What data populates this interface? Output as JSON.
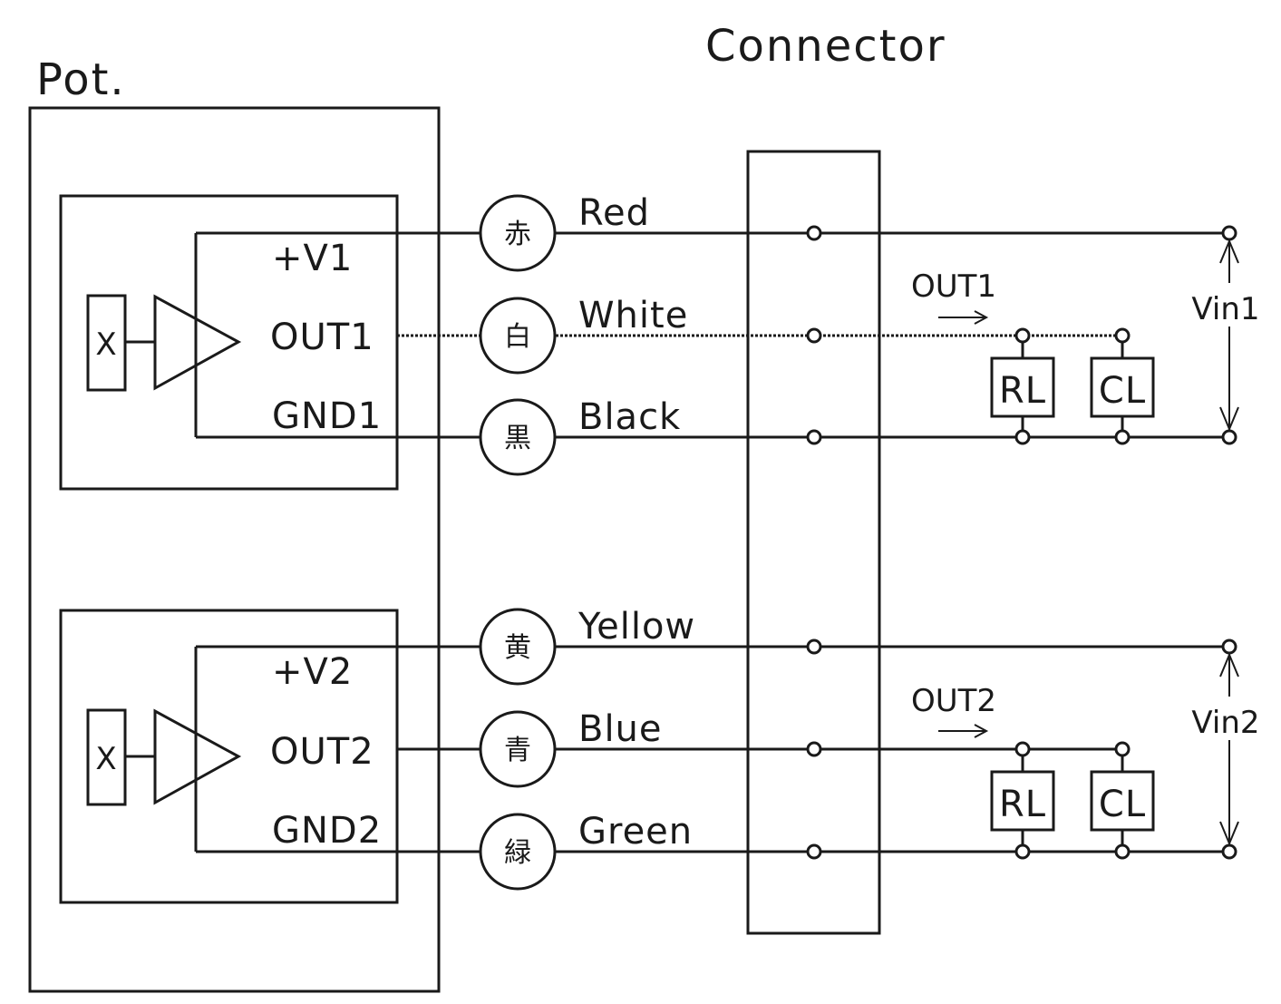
{
  "title_pot": "Pot.",
  "title_connector": "Connector",
  "channels": [
    {
      "supply_label": "+V1",
      "out_label": "OUT1",
      "gnd_label": "GND1",
      "arrow_label": "OUT1",
      "vin_label": "Vin1",
      "sensor_symbol": "X",
      "wires": [
        {
          "kanji": "赤",
          "color": "Red"
        },
        {
          "kanji": "白",
          "color": "White"
        },
        {
          "kanji": "黒",
          "color": "Black"
        }
      ],
      "load_r": "RL",
      "load_c": "CL"
    },
    {
      "supply_label": "+V2",
      "out_label": "OUT2",
      "gnd_label": "GND2",
      "arrow_label": "OUT2",
      "vin_label": "Vin2",
      "sensor_symbol": "X",
      "wires": [
        {
          "kanji": "黄",
          "color": "Yellow"
        },
        {
          "kanji": "青",
          "color": "Blue"
        },
        {
          "kanji": "緑",
          "color": "Green"
        }
      ],
      "load_r": "RL",
      "load_c": "CL"
    }
  ]
}
